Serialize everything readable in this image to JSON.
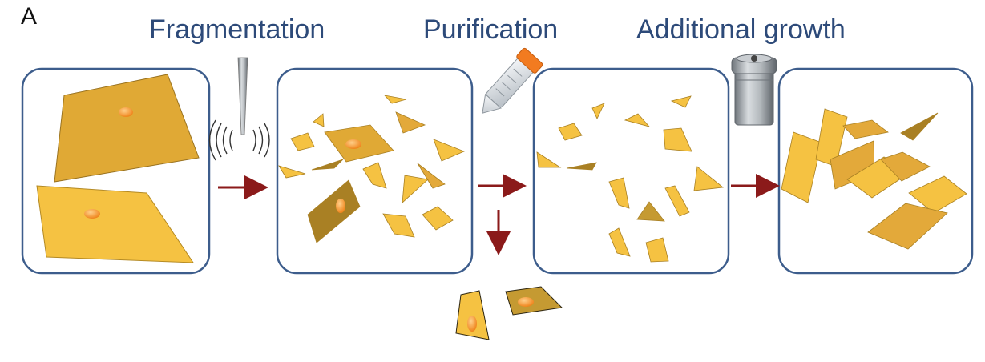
{
  "panel": {
    "label": "A"
  },
  "steps": [
    {
      "title": "Fragmentation",
      "tool_icon": "sonicator-probe-icon"
    },
    {
      "title": "Purification",
      "tool_icon": "centrifuge-tube-icon"
    },
    {
      "title": "Additional growth",
      "tool_icon": "autoclave-reactor-icon"
    }
  ],
  "colors": {
    "box_border": "#3d5d8c",
    "title": "#2d4a79",
    "crystal_light": "#f5c242",
    "crystal_mid": "#e3a93a",
    "crystal_dark": "#a98024",
    "nucleus": "#f08a1c",
    "arrow": "#8b1a1a",
    "tube_cap": "#f27b20",
    "metal": "#9aa0a6"
  },
  "stages": [
    "large crystals with seed",
    "fragmented pieces",
    "purified seed-free fragments",
    "grown crystals"
  ]
}
